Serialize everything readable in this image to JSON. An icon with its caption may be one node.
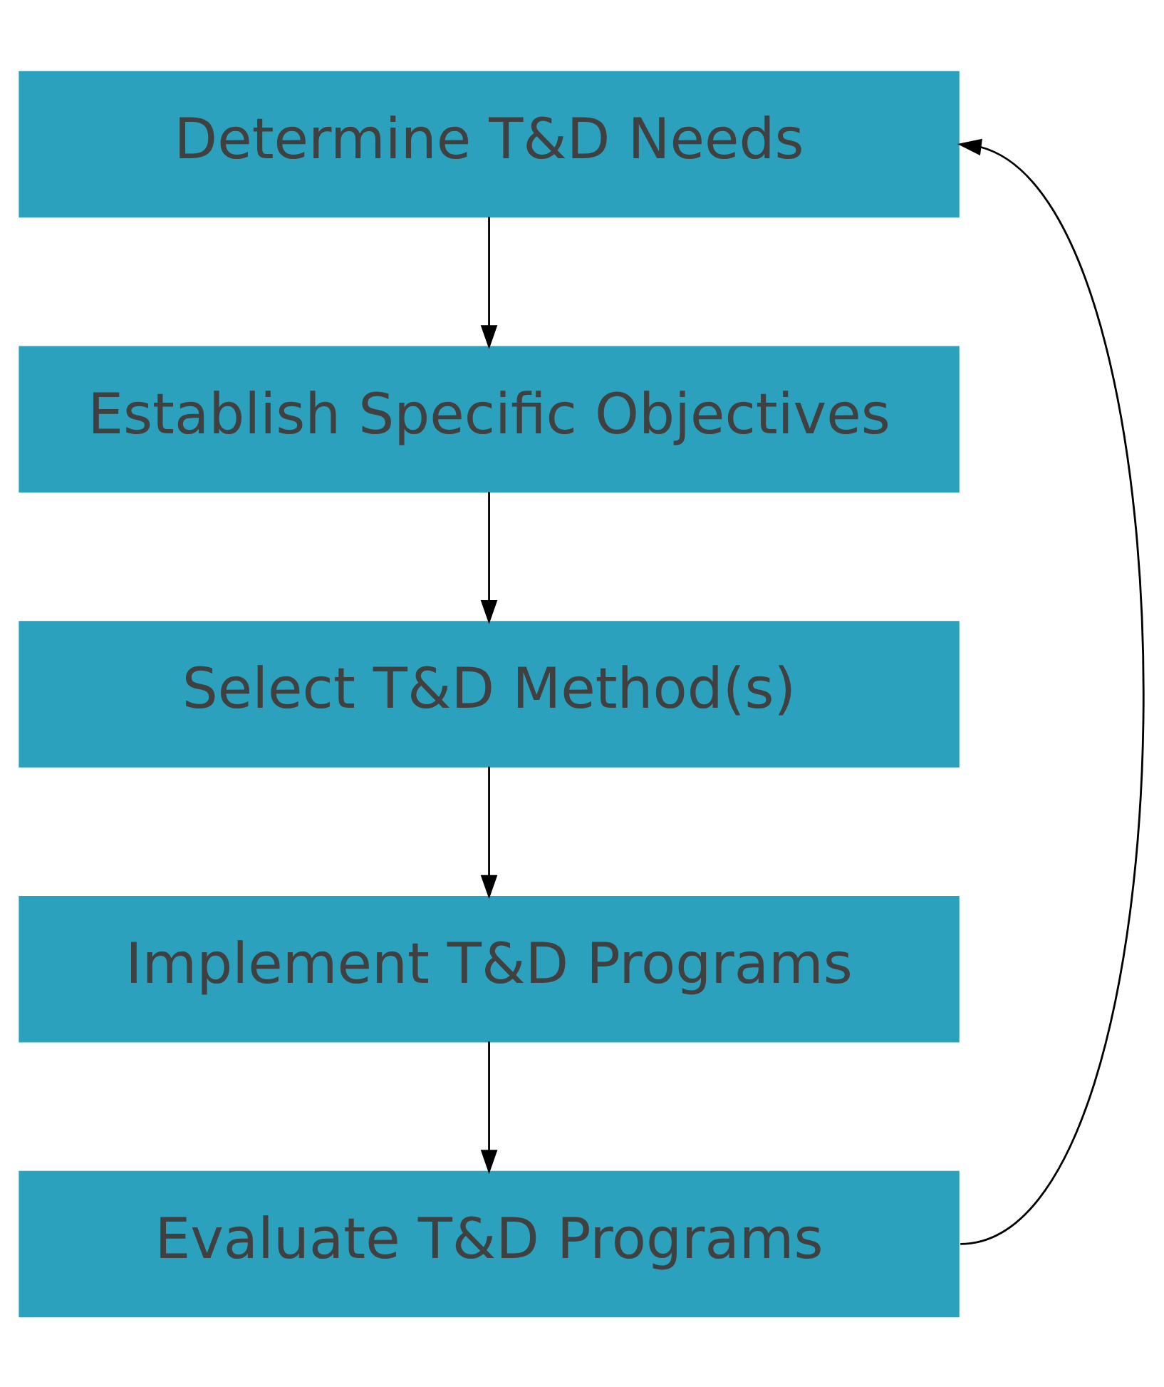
{
  "diagram": {
    "nodes": [
      {
        "text": [
          "Determine T&D Needs"
        ]
      },
      {
        "text": [
          "Establish Specific Objectives"
        ]
      },
      {
        "text": [
          "Select T&D Method(s)"
        ]
      },
      {
        "text": [
          "Implement T&D Programs"
        ]
      },
      {
        "text": [
          "Evaluate T&D Programs"
        ]
      }
    ],
    "edges": [
      {
        "from": 0,
        "to": 1,
        "arrow": "to"
      },
      {
        "from": 1,
        "to": 2,
        "arrow": "to"
      },
      {
        "from": 2,
        "to": 3,
        "arrow": "to"
      },
      {
        "from": 3,
        "to": 4,
        "arrow": "to"
      },
      {
        "from": 4,
        "to": 0,
        "arrow": "to"
      }
    ]
  }
}
